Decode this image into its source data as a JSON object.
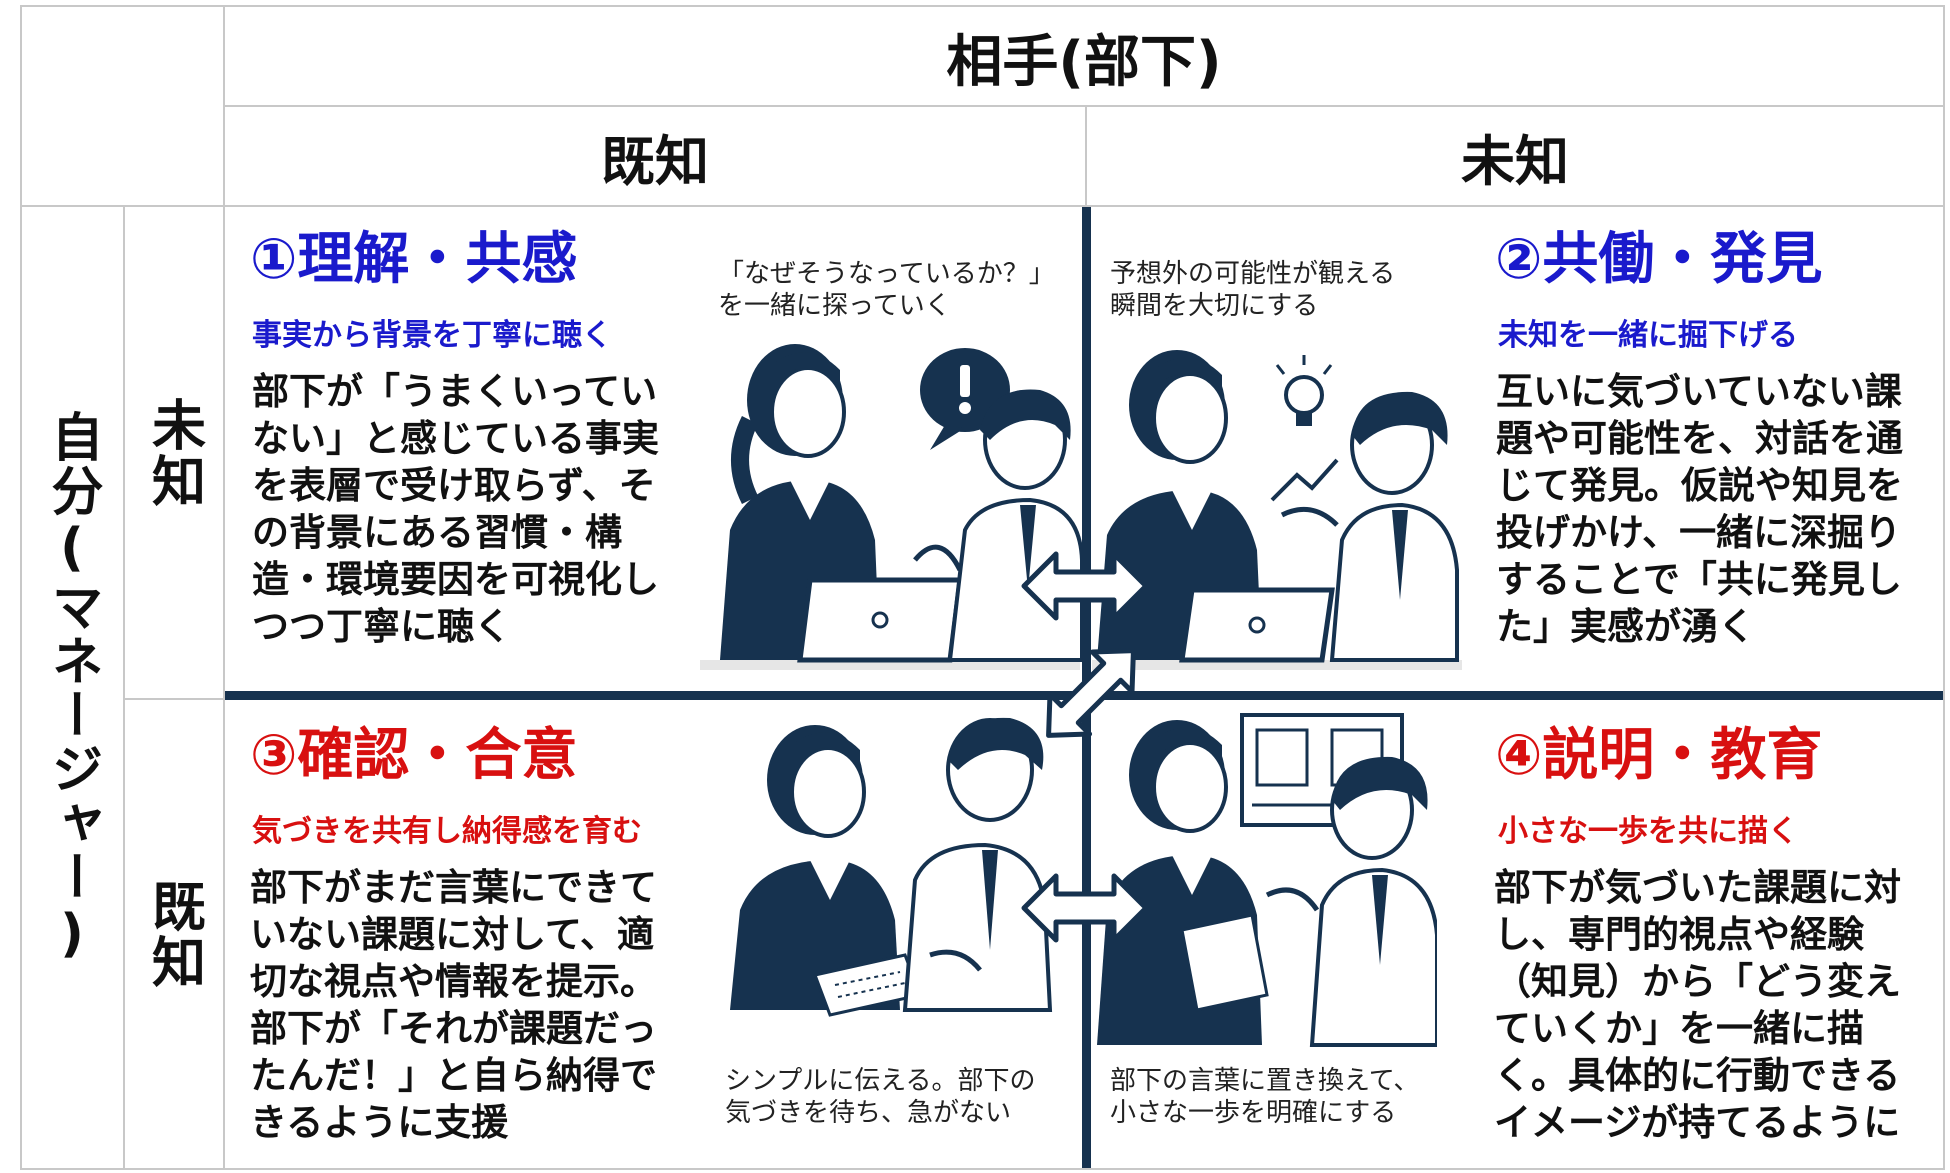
{
  "header": {
    "partner": "相手(部下)",
    "known": "既知",
    "unknown": "未知"
  },
  "side": {
    "self": "自分(マネージャー)",
    "unknown": "未知",
    "known": "既知"
  },
  "quadrants": {
    "q1": {
      "title": "①理解・共感",
      "subtitle": "事実から背景を丁寧に聴く",
      "body": "部下が「うまくいっていない」と感じている事実を表層で受け取らず、その背景にある習慣・構造・環境要因を可視化しつつ丁寧に聴く",
      "caption": "「なぜそうなっているか？」\n を一緒に探っていく"
    },
    "q2": {
      "title": "②共働・発見",
      "subtitle": "未知を一緒に掘下げる",
      "body": "互いに気づいていない課題や可能性を、対話を通じて発見。仮説や知見を投げかけ、一緒に深掘りすることで「共に発見した」実感が湧く",
      "caption": "予想外の可能性が観える\n瞬間を大切にする"
    },
    "q3": {
      "title": "③確認・合意",
      "subtitle": "気づきを共有し納得感を育む",
      "body": "部下がまだ言葉にできていない課題に対して、適切な視点や情報を提示。部下が「それが課題だったんだ！」と自ら納得できるように支援",
      "caption": "シンプルに伝える。部下の\n気づきを待ち、急がない"
    },
    "q4": {
      "title": "④説明・教育",
      "subtitle": "小さな一歩を共に描く",
      "body": "部下が気づいた課題に対し、専門的視点や経験（知見）から「どう変えていくか」を一緒に描く。具体的に行動できるイメージが持てるように",
      "caption": "部下の言葉に置き換えて、\n小さな一歩を明確にする"
    }
  },
  "colors": {
    "blue": "#1a1acc",
    "red": "#d81010",
    "navy": "#16324f"
  }
}
